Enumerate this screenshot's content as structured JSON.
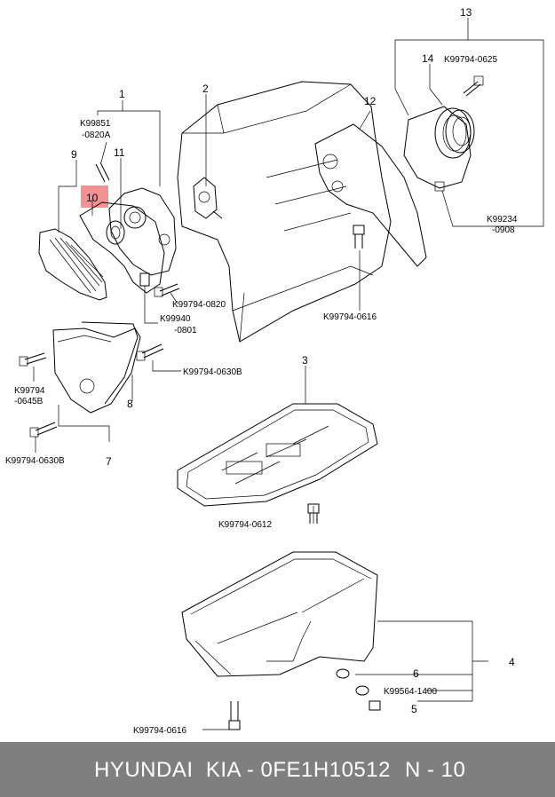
{
  "footer": {
    "title": "HYUNDAI  KIA - 0FE1H10512",
    "page": "N - 10"
  },
  "highlight_color": "#f08080",
  "callouts": {
    "n1": "1",
    "n2": "2",
    "n3": "3",
    "n4": "4",
    "n5": "5",
    "n6": "6",
    "n7": "7",
    "n8": "8",
    "n9": "9",
    "n10": "10",
    "n11": "11",
    "n12": "12",
    "n13": "13",
    "n14": "14"
  },
  "part_codes": {
    "k99851": "K99851",
    "k99851b": "-0820A",
    "k99794_0625": "K99794-0625",
    "k99234": "K99234",
    "k99234b": "-0908",
    "k99794_0820": "K99794-0820",
    "k99940": "K99940",
    "k99940b": "-0801",
    "k99794_0616": "K99794-0616",
    "k99794_0630b_a": "K99794-0630B",
    "k99794": "K99794",
    "k99794b": "-0645B",
    "k99794_0630b_b": "K99794-0630B",
    "k99794_0612": "K99794-0612",
    "k99564_1400": "K99564-1400",
    "k99794_0616b": "K99794-0616"
  }
}
